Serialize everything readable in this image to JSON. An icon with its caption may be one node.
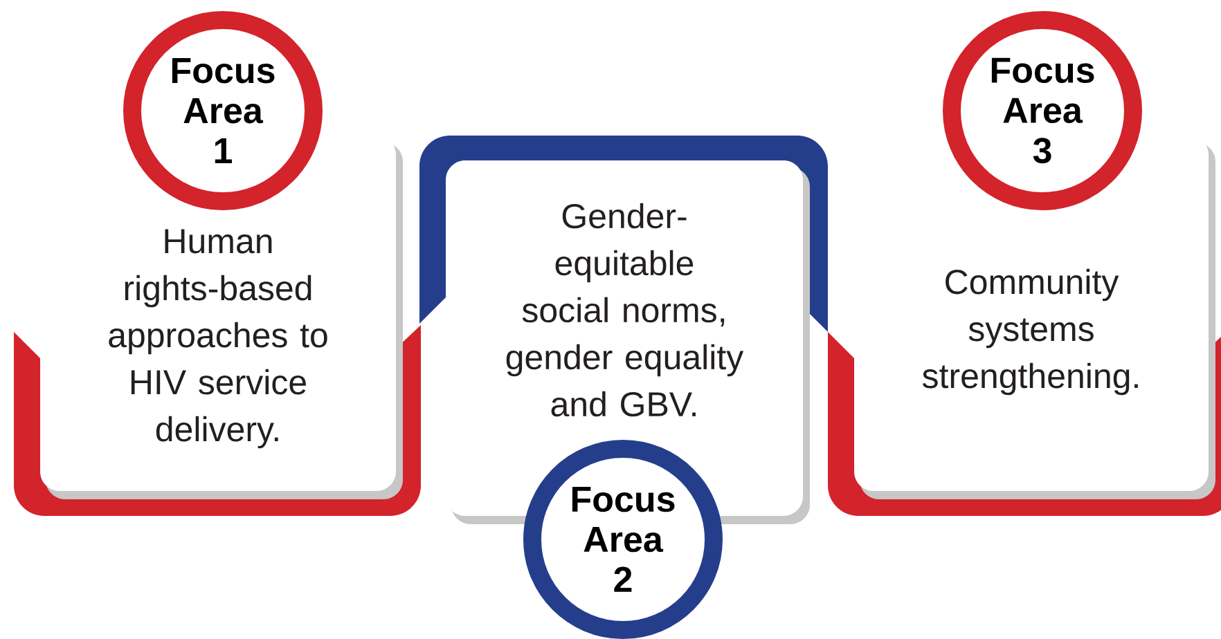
{
  "diagram": {
    "nodes": [
      {
        "text": [
          "Focus Area 1"
        ]
      },
      {
        "text": [
          "Human rights-based approaches to HIV service delivery."
        ]
      },
      {
        "text": [
          "Gender-equitable social norms, gender equality and GBV."
        ]
      },
      {
        "text": [
          "Focus Area 2"
        ]
      },
      {
        "text": [
          "Focus Area 3"
        ]
      },
      {
        "text": [
          "Community systems strengthening."
        ]
      }
    ]
  }
}
